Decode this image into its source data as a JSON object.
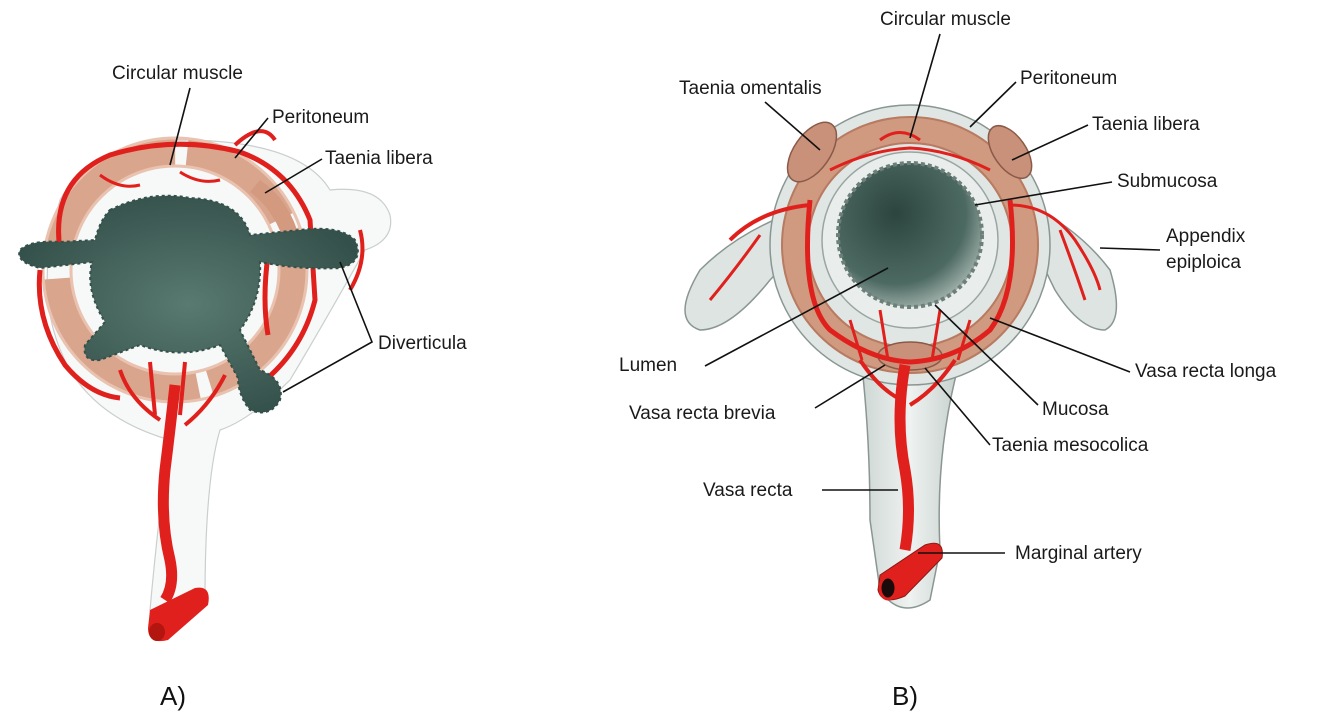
{
  "panel_a": {
    "letter": "A)",
    "labels": {
      "circular_muscle": "Circular muscle",
      "peritoneum": "Peritoneum",
      "taenia_libera": "Taenia libera",
      "diverticula": "Diverticula"
    }
  },
  "panel_b": {
    "letter": "B)",
    "labels": {
      "circular_muscle": "Circular muscle",
      "taenia_omentalis": "Taenia omentalis",
      "peritoneum": "Peritoneum",
      "taenia_libera": "Taenia libera",
      "submucosa": "Submucosa",
      "appendix_line1": "Appendix",
      "appendix_line2": "epiploica",
      "lumen": "Lumen",
      "vasa_recta_longa": "Vasa recta longa",
      "vasa_recta_brevia": "Vasa recta brevia",
      "mucosa": "Mucosa",
      "taenia_mesocolica": "Taenia mesocolica",
      "vasa_recta": "Vasa recta",
      "marginal_artery": "Marginal artery"
    }
  },
  "colors": {
    "artery": "#e0201c",
    "muscle": "#d9a58c",
    "lumen": "#3f5a52",
    "submucosa": "#e9eeec",
    "peritoneum": "#dfe6e4"
  }
}
